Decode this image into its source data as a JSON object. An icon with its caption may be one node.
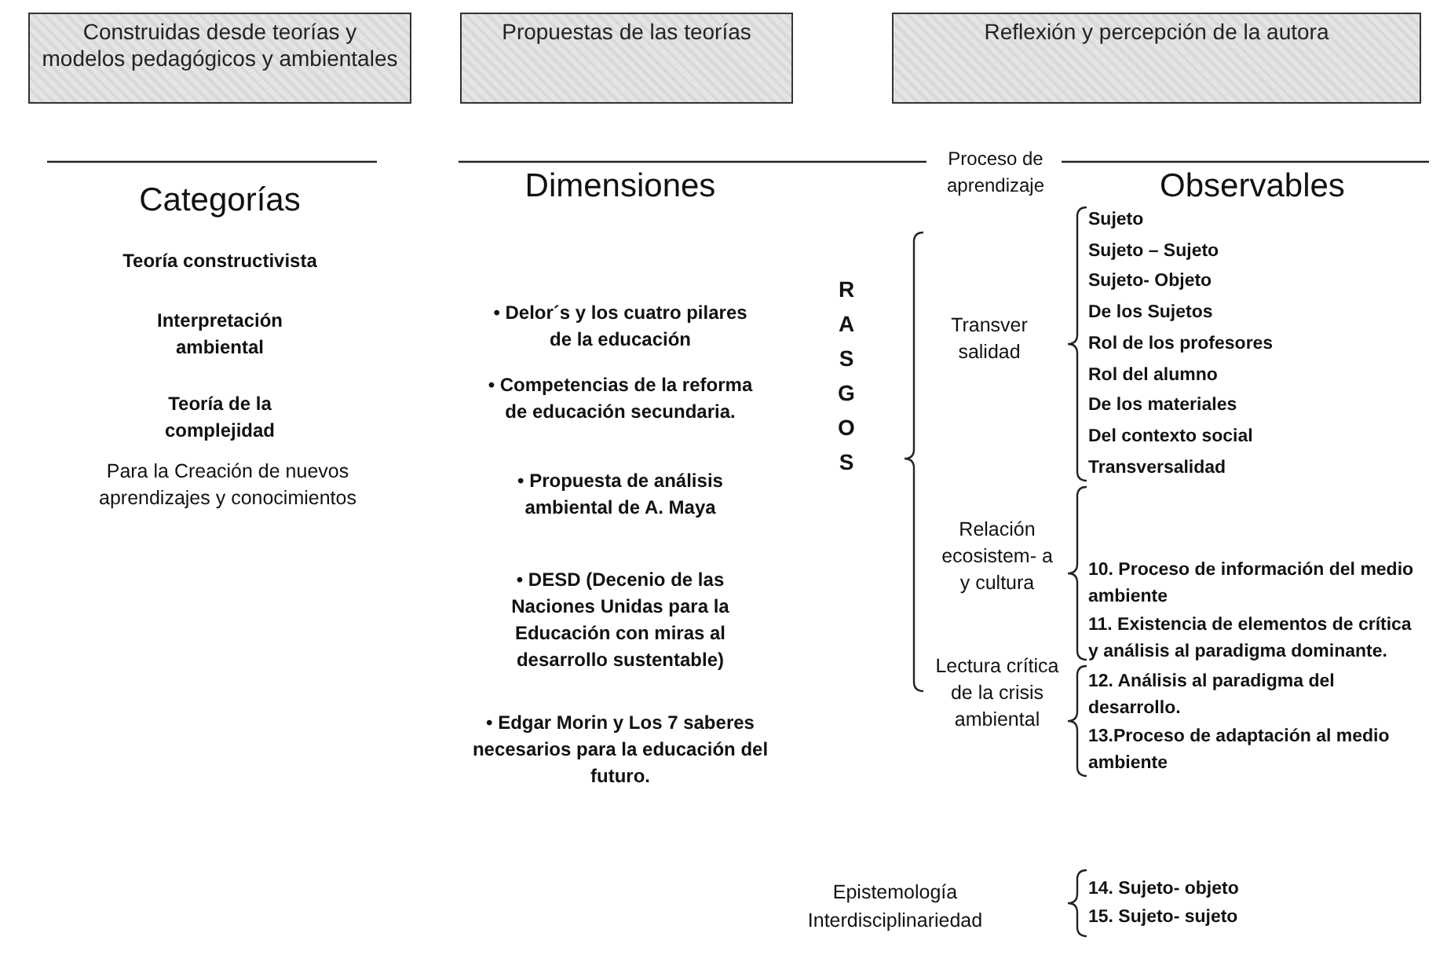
{
  "diagram": {
    "nodes": [
      {
        "text": [
          "Construidas desde teorías y modelos pedagógicos y ambientales"
        ]
      },
      {
        "text": [
          "Propuestas de las teorías"
        ]
      },
      {
        "text": [
          "Reflexión y percepción de la autora"
        ]
      }
    ],
    "labels": [
      "Proceso de aprendizaje",
      "Categorías",
      "Dimensiones",
      "Observables",
      "Teoría constructivista",
      "Interpretación ambiental",
      "Teoría de la complejidad",
      "Para la Creación de nuevos aprendizajes y conocimientos",
      "• Delor´s y los cuatro pilares de la educación",
      "• Competencias de la reforma de educación secundaria.",
      "• Propuesta de análisis ambiental de A. Maya",
      "• DESD (Decenio de las Naciones Unidas para la Educación con miras al desarrollo sustentable)",
      "• Edgar Morin y Los 7 saberes necesarios para la educación del futuro.",
      "RASGOS",
      "Transver salidad",
      "Sujeto",
      "Sujeto – Sujeto",
      "Sujeto- Objeto",
      "De los Sujetos",
      "Rol de los profesores",
      "Rol del alumno",
      "De los materiales",
      "Del contexto social",
      "Transversalidad",
      "Relación ecosistem- a y cultura",
      "10. Proceso de información del medio ambiente",
      "11. Existencia de elementos de crítica y análisis al paradigma dominante.",
      "Lectura crítica de la crisis ambiental",
      "12. Análisis al paradigma del desarrollo.",
      "13.Proceso de adaptación al medio ambiente",
      "Epistemología",
      "Interdisciplinariedad",
      "14. Sujeto- objeto",
      "15. Sujeto- sujeto"
    ]
  }
}
